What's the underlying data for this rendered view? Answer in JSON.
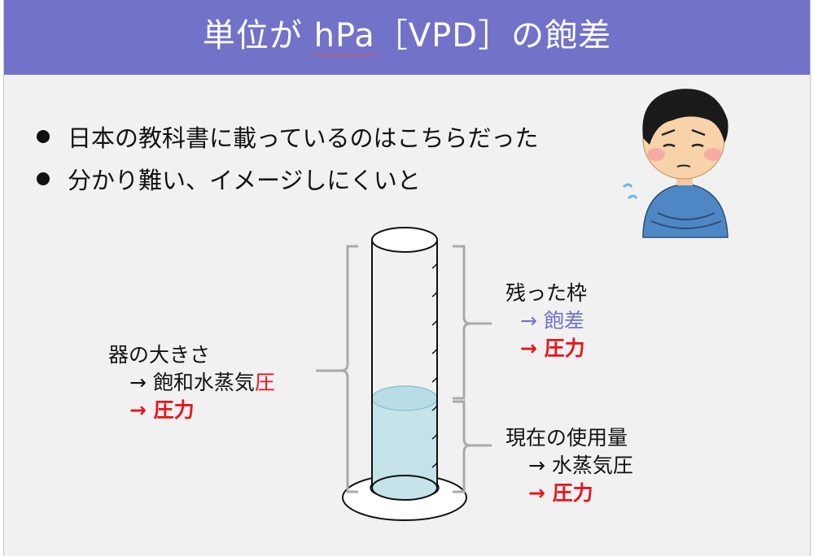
{
  "title": {
    "prefix": "単位が ",
    "unit": "hPa",
    "suffix": "［VPD］の飽差"
  },
  "bullets": [
    "日本の教科書に載っているのはこちらだった",
    "分かり難い、イメージしにくいと"
  ],
  "left_label": {
    "heading": "器の大きさ",
    "line1_prefix": "→ 飽和水蒸気",
    "line1_highlight": "圧",
    "line2_arrow": "→ ",
    "line2": "圧力"
  },
  "top_right_label": {
    "heading": "残った枠",
    "line1_arrow": "→ ",
    "line1": "飽差",
    "line2_arrow": "→ ",
    "line2": "圧力"
  },
  "bottom_right_label": {
    "heading": "現在の使用量",
    "line1": "→ 水蒸気圧",
    "line2_arrow": "→ ",
    "line2": "圧力"
  },
  "colors": {
    "title_bar": "#7272c8",
    "accent_red": "#e8141c",
    "accent_purple": "#7272c8",
    "water": "#c4e4ea"
  },
  "icons": [
    "troubled-person-illustration",
    "graduated-cylinder-illustration"
  ]
}
